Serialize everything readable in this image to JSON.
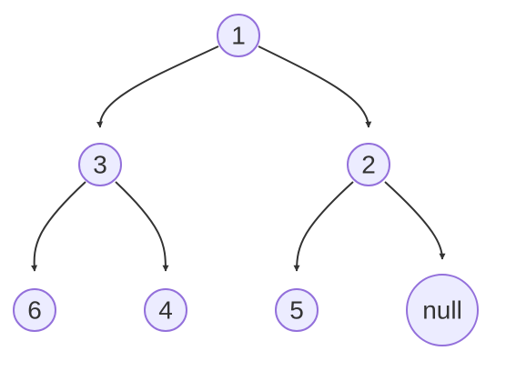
{
  "diagram": {
    "type": "binary-tree",
    "nodes": {
      "n1": {
        "label": "1"
      },
      "n3": {
        "label": "3"
      },
      "n2": {
        "label": "2"
      },
      "n6": {
        "label": "6"
      },
      "n4": {
        "label": "4"
      },
      "n5": {
        "label": "5"
      },
      "nnull": {
        "label": "null"
      }
    },
    "edges": [
      {
        "from": "1",
        "to": "3"
      },
      {
        "from": "1",
        "to": "2"
      },
      {
        "from": "3",
        "to": "6"
      },
      {
        "from": "3",
        "to": "4"
      },
      {
        "from": "2",
        "to": "5"
      },
      {
        "from": "2",
        "to": "null"
      }
    ],
    "colors": {
      "node_fill": "#ECECFF",
      "node_stroke": "#9370DB",
      "edge": "#333333",
      "text": "#333333"
    }
  }
}
